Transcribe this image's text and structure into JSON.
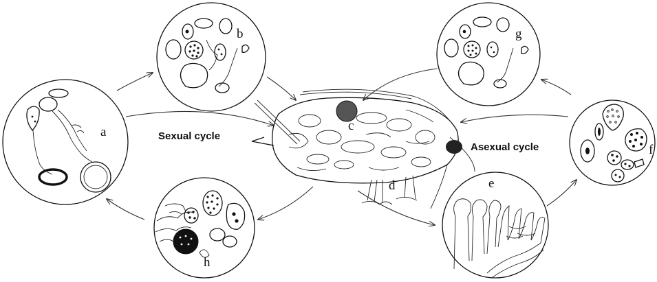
{
  "labels": {
    "sexual_cycle": "Sexual cycle",
    "asexual_cycle": "Asexual cycle"
  },
  "panels": {
    "a": "a",
    "b": "b",
    "c": "c",
    "d": "d",
    "e": "e",
    "f": "f",
    "g": "g",
    "h": "h"
  }
}
